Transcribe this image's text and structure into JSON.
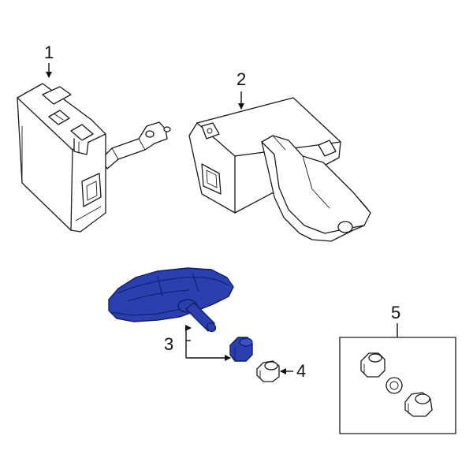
{
  "diagram": {
    "callouts": [
      {
        "id": "callout-1",
        "label": "1"
      },
      {
        "id": "callout-2",
        "label": "2"
      },
      {
        "id": "callout-3",
        "label": "3"
      },
      {
        "id": "callout-4",
        "label": "4"
      },
      {
        "id": "callout-5",
        "label": "5"
      }
    ],
    "colors": {
      "highlight_fill": "#2b3fae",
      "highlight_dark": "#0f1d6e",
      "line": "#1a1a1a",
      "background": "#ffffff"
    }
  }
}
